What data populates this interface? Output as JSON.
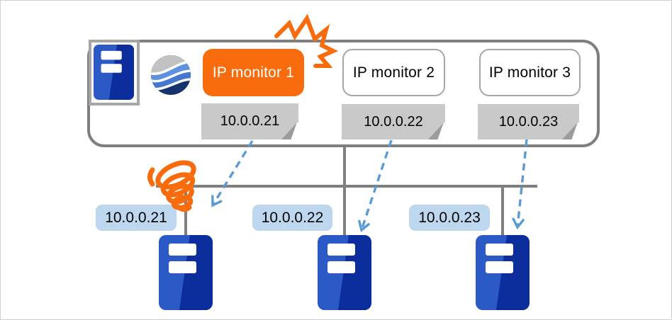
{
  "appliance": {
    "monitors": [
      {
        "name": "IP monitor 1",
        "target_ip": "10.0.0.21",
        "status": "error"
      },
      {
        "name": "IP monitor 2",
        "target_ip": "10.0.0.22",
        "status": "ok"
      },
      {
        "name": "IP monitor 3",
        "target_ip": "10.0.0.23",
        "status": "ok"
      }
    ]
  },
  "network": {
    "servers": [
      {
        "ip": "10.0.0.21"
      },
      {
        "ip": "10.0.0.22"
      },
      {
        "ip": "10.0.0.23"
      }
    ]
  },
  "icons": {
    "appliance_host": "server-icon",
    "logo": "globe-wave-logo-icon",
    "burst": "failure-burst-icon",
    "coil": "broken-connection-coil-icon",
    "arrow": "dashed-monitor-arrow"
  },
  "colors": {
    "alert_orange": "#f86c0d",
    "frame_gray": "#7f7f7f",
    "box_border_gray": "#a6a6a6",
    "note_gray": "#c9c9c9",
    "note_fold_gray": "#9c9c9c",
    "ip_label_blue": "#bdd7ee",
    "arrow_blue": "#5b9bd5",
    "server_blue": "#2b59c6",
    "server_dark_blue": "#0c2e9c"
  }
}
